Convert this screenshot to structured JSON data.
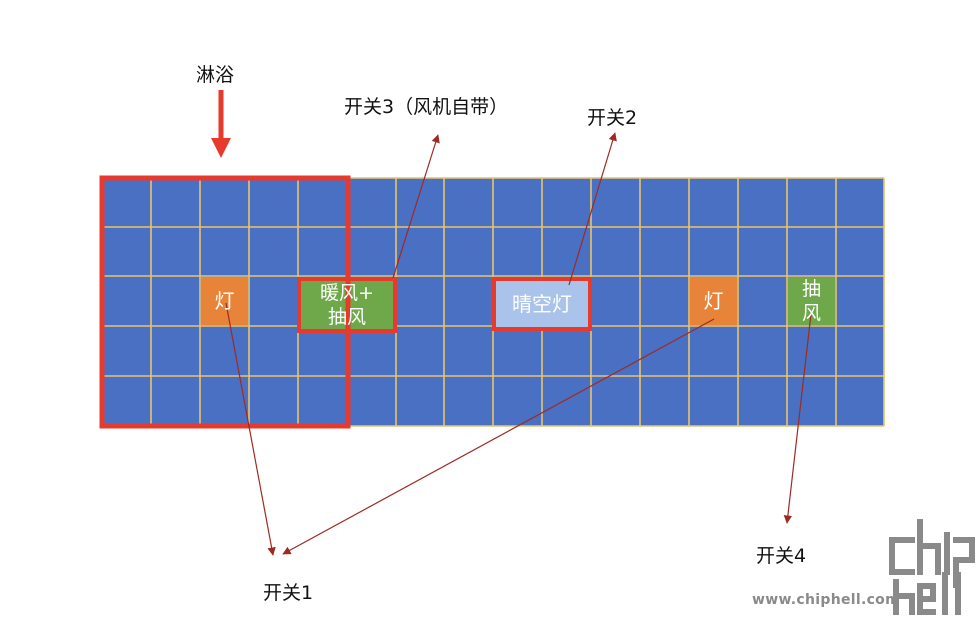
{
  "labels": {
    "shower": "淋浴",
    "switch3": "开关3（风机自带）",
    "switch2": "开关2",
    "switch1": "开关1",
    "switch4": "开关4"
  },
  "tiles": {
    "lamp_left": "灯",
    "heater": "暖风+\n抽风",
    "skylight": "晴空灯",
    "lamp_right": "灯",
    "exhaust": "抽\n风"
  },
  "watermark": {
    "logo": "chiphell",
    "url": "www.chiphell.com"
  },
  "colors": {
    "tile_blue": "#4A70C4",
    "grid_line": "#E8C46A",
    "lamp_orange": "#E8843A",
    "fan_green": "#6FA84A",
    "skylight_blue": "#A9C3EA",
    "highlight_red": "#E83A2C",
    "arrow_dark_red": "#9E2A22"
  }
}
